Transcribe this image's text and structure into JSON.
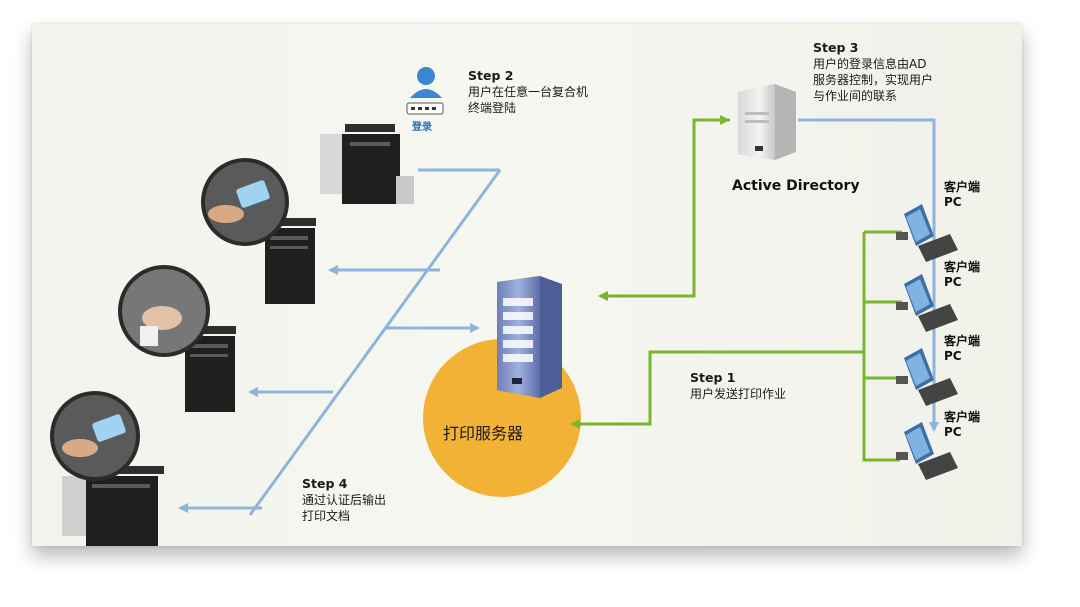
{
  "steps": [
    {
      "title": "Step 1",
      "lines": [
        "用户发送打印作业"
      ]
    },
    {
      "title": "Step 2",
      "lines": [
        "用户在任意一台复合机",
        "终端登陆"
      ]
    },
    {
      "title": "Step 3",
      "lines": [
        "用户的登录信息由AD",
        "服务器控制，实现用户",
        "与作业间的联系"
      ]
    },
    {
      "title": "Step 4",
      "lines": [
        "通过认证后输出",
        "打印文档"
      ]
    }
  ],
  "nodes": {
    "active_directory": "Active Directory",
    "print_server": "打印服务器",
    "login": "登录",
    "clients": [
      {
        "line1": "客户端",
        "line2": "PC"
      },
      {
        "line1": "客户端",
        "line2": "PC"
      },
      {
        "line1": "客户端",
        "line2": "PC"
      },
      {
        "line1": "客户端",
        "line2": "PC"
      }
    ]
  },
  "colors": {
    "green_line": "#7ab52f",
    "blue_line": "#8fb4dc",
    "server_circle": "#f2b236",
    "panel_bg": "#f4f4ee"
  }
}
